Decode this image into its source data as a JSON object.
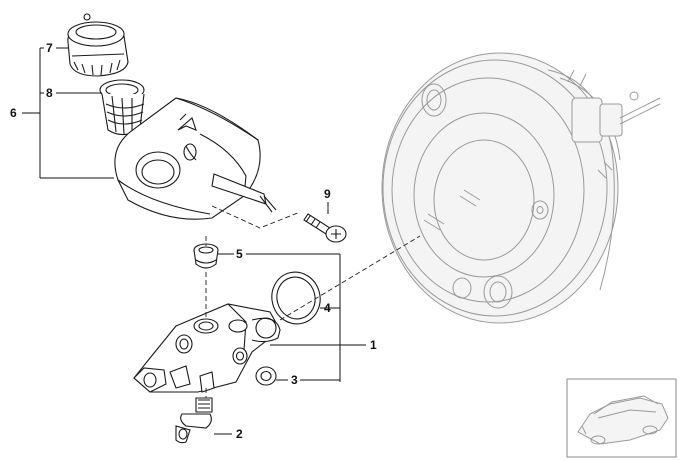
{
  "diagram": {
    "callouts": [
      {
        "id": "c1",
        "label": "1"
      },
      {
        "id": "c2",
        "label": "2"
      },
      {
        "id": "c3",
        "label": "3"
      },
      {
        "id": "c4",
        "label": "4"
      },
      {
        "id": "c5",
        "label": "5"
      },
      {
        "id": "c6",
        "label": "6"
      },
      {
        "id": "c7",
        "label": "7"
      },
      {
        "id": "c8",
        "label": "8"
      },
      {
        "id": "c9",
        "label": "9"
      }
    ],
    "colors": {
      "line": "#1a1a1a",
      "ghost": "#9a9a9a",
      "background": "#ffffff"
    }
  }
}
